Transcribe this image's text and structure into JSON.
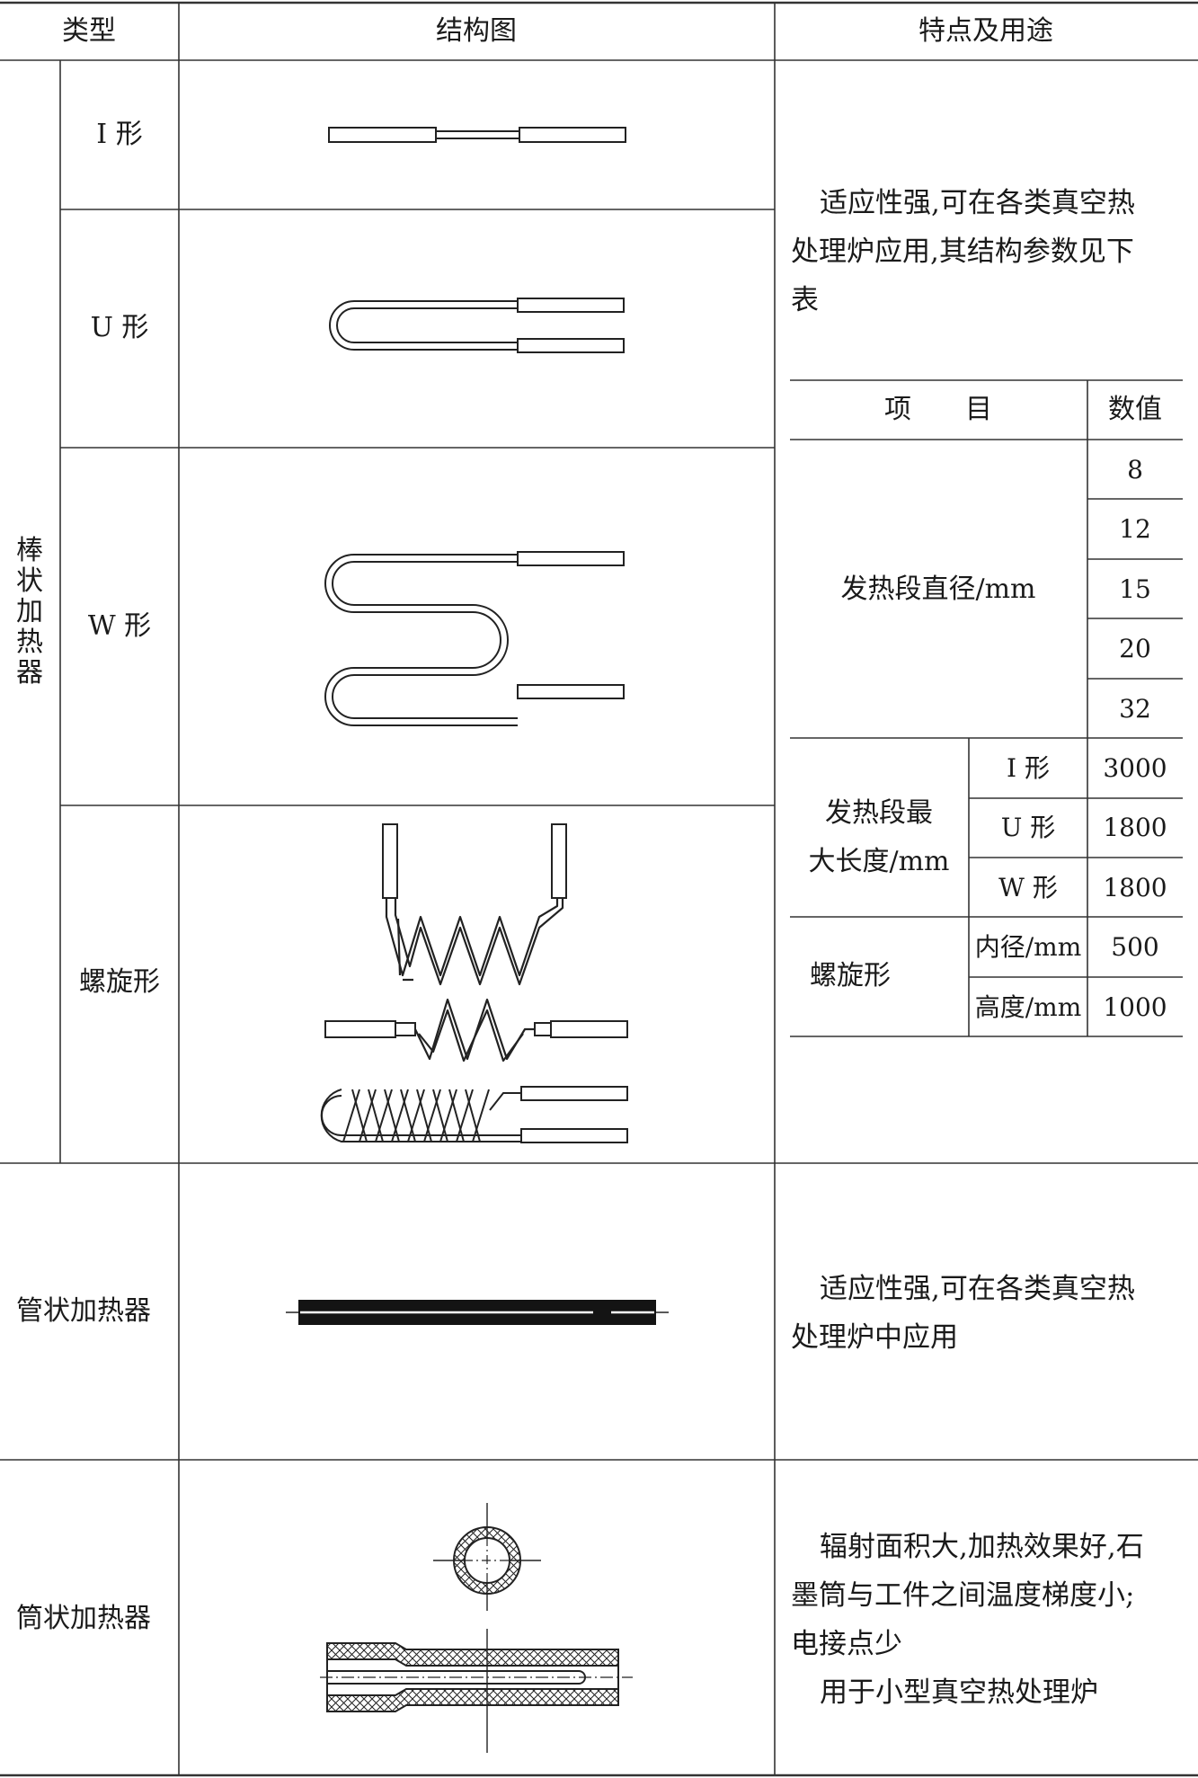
{
  "header": {
    "col_type": "类型",
    "col_diagram": "结构图",
    "col_features": "特点及用途"
  },
  "rod_heater": {
    "group_label": "棒状加热器",
    "rows": [
      {
        "label": "I 形"
      },
      {
        "label": "U 形"
      },
      {
        "label": "W 形"
      },
      {
        "label": "螺旋形"
      }
    ],
    "description": "适应性强,可在各类真空热处理炉应用,其结构参数见下表",
    "description_lines": [
      "适应性强,可在各类真空热",
      "处理炉应用,其结构参数见下",
      "表"
    ],
    "params": {
      "head_item": "项　　目",
      "head_value": "数值",
      "diameter_label": "发热段直径/mm",
      "diameter_values": [
        "8",
        "12",
        "15",
        "20",
        "32"
      ],
      "maxlen_label_lines": [
        "发热段最",
        "大长度/mm"
      ],
      "maxlen_rows": [
        {
          "sub": "I 形",
          "value": "3000"
        },
        {
          "sub": "U 形",
          "value": "1800"
        },
        {
          "sub": "W 形",
          "value": "1800"
        }
      ],
      "spiral_label": "螺旋形",
      "spiral_rows": [
        {
          "sub": "内径/mm",
          "value": "500"
        },
        {
          "sub": "高度/mm",
          "value": "1000"
        }
      ]
    }
  },
  "tube_heater": {
    "label": "管状加热器",
    "description_lines": [
      "适应性强,可在各类真空热",
      "处理炉中应用"
    ]
  },
  "cylinder_heater": {
    "label": "筒状加热器",
    "description_lines": [
      "辐射面积大,加热效果好,石",
      "墨筒与工件之间温度梯度小;",
      "电接点少",
      "用于小型真空热处理炉"
    ]
  }
}
